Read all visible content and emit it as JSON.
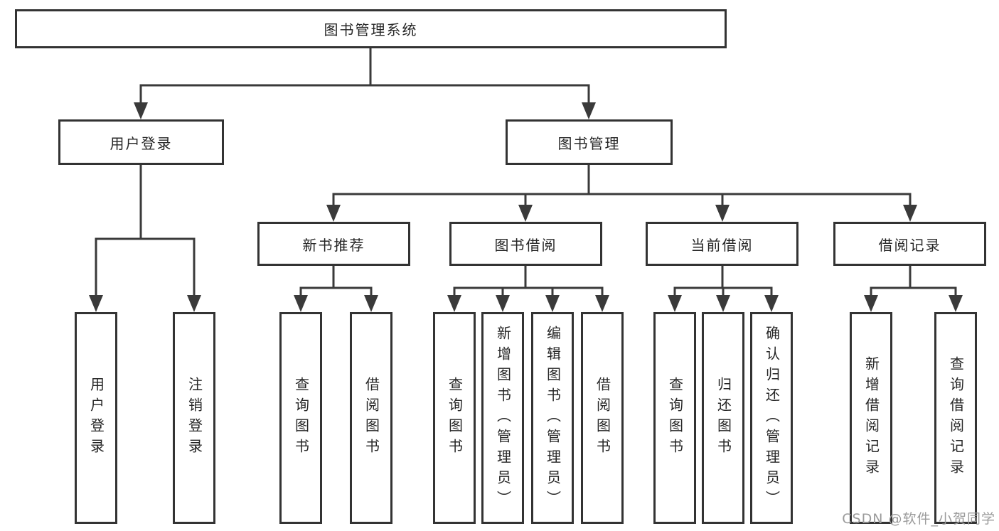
{
  "diagram": {
    "root": "图书管理系统",
    "branches": [
      {
        "label": "用户登录",
        "leaves": [
          {
            "label": "用户登录"
          },
          {
            "label": "注销登录"
          }
        ]
      },
      {
        "label": "图书管理",
        "groups": [
          {
            "label": "新书推荐",
            "leaves": [
              {
                "label": "查询图书"
              },
              {
                "label": "借阅图书"
              }
            ]
          },
          {
            "label": "图书借阅",
            "leaves": [
              {
                "label": "查询图书"
              },
              {
                "label": "新增图书（管理员）"
              },
              {
                "label": "编辑图书（管理员）"
              },
              {
                "label": "借阅图书"
              }
            ]
          },
          {
            "label": "当前借阅",
            "leaves": [
              {
                "label": "查询图书"
              },
              {
                "label": "归还图书"
              },
              {
                "label": "确认归还（管理员）"
              }
            ]
          },
          {
            "label": "借阅记录",
            "leaves": [
              {
                "label": "新增借阅记录"
              },
              {
                "label": "查询借阅记录"
              }
            ]
          }
        ]
      }
    ]
  },
  "watermark": {
    "text": "CSDN @软件_小贺同学"
  },
  "colors": {
    "line": "#3a3a3a",
    "box_border": "#333333",
    "box_fill": "#ffffff",
    "text": "#262626",
    "watermark": "#9b9b9b",
    "background": "#ffffff"
  }
}
